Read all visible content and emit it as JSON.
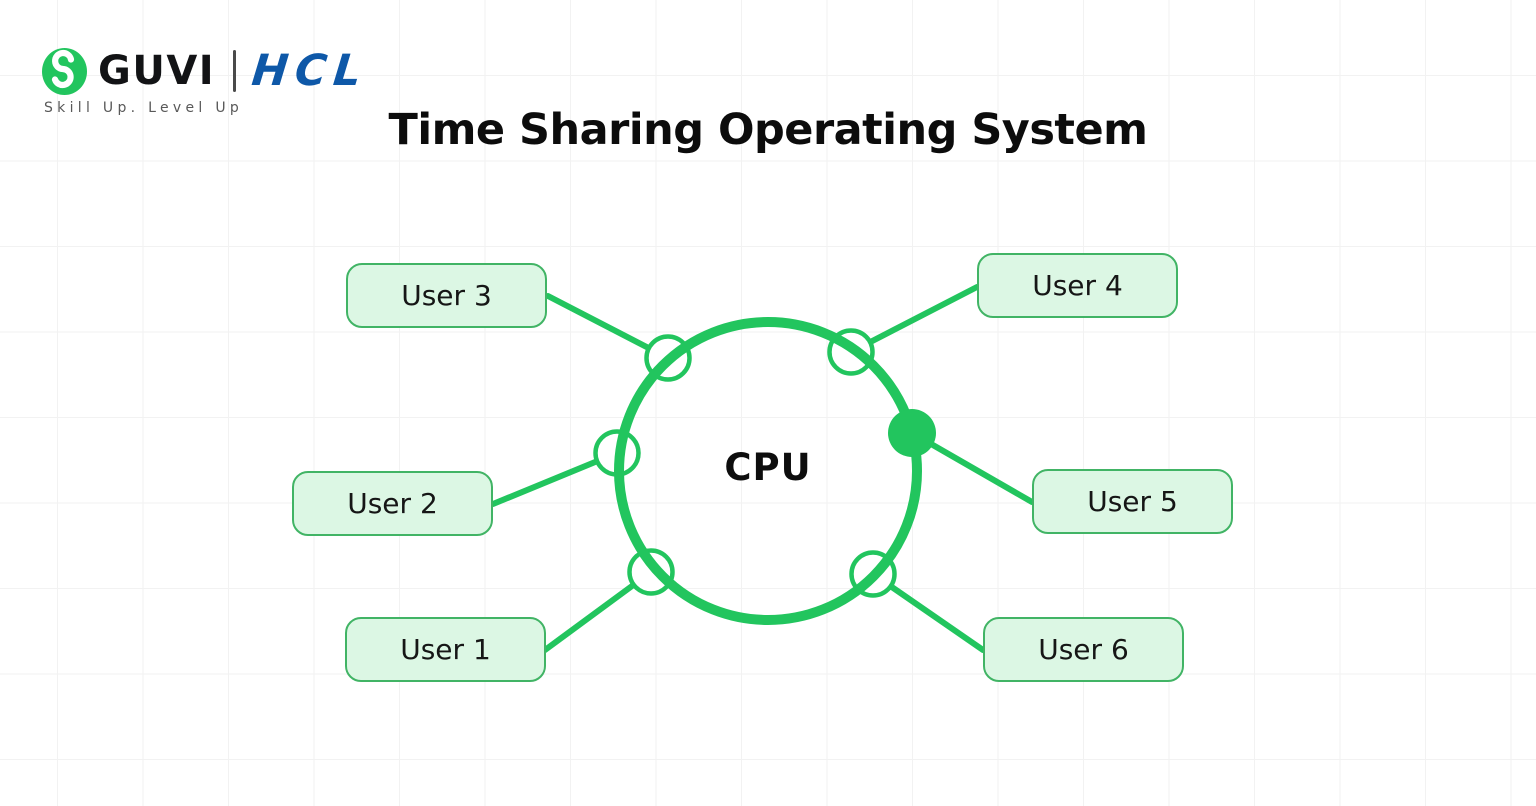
{
  "header": {
    "brand_name": "GUVI",
    "partner_name": "HCL",
    "tagline": "Skill Up. Level Up",
    "logo_icon": "guvi-glyph-icon",
    "brand_green": "#22c55e",
    "partner_blue": "#0e58a8"
  },
  "title": "Time Sharing Operating System",
  "diagram": {
    "center_label": "CPU",
    "nodes": [
      {
        "label": "User 3",
        "position": "upper-left"
      },
      {
        "label": "User 4",
        "position": "upper-right"
      },
      {
        "label": "User 2",
        "position": "middle-left"
      },
      {
        "label": "User 5",
        "position": "middle-right"
      },
      {
        "label": "User 1",
        "position": "lower-left"
      },
      {
        "label": "User 6",
        "position": "lower-right"
      }
    ],
    "empty_slot_rings": 5,
    "active_slot": "filled dot on right of circle, linked to User 5"
  },
  "colors": {
    "accent_green": "#22c55e",
    "node_fill": "#dcf7e4",
    "node_border": "#41b465",
    "title_text": "#0c0c0c",
    "tagline_gray": "#595959",
    "grid_line": "#f2f2f2"
  }
}
